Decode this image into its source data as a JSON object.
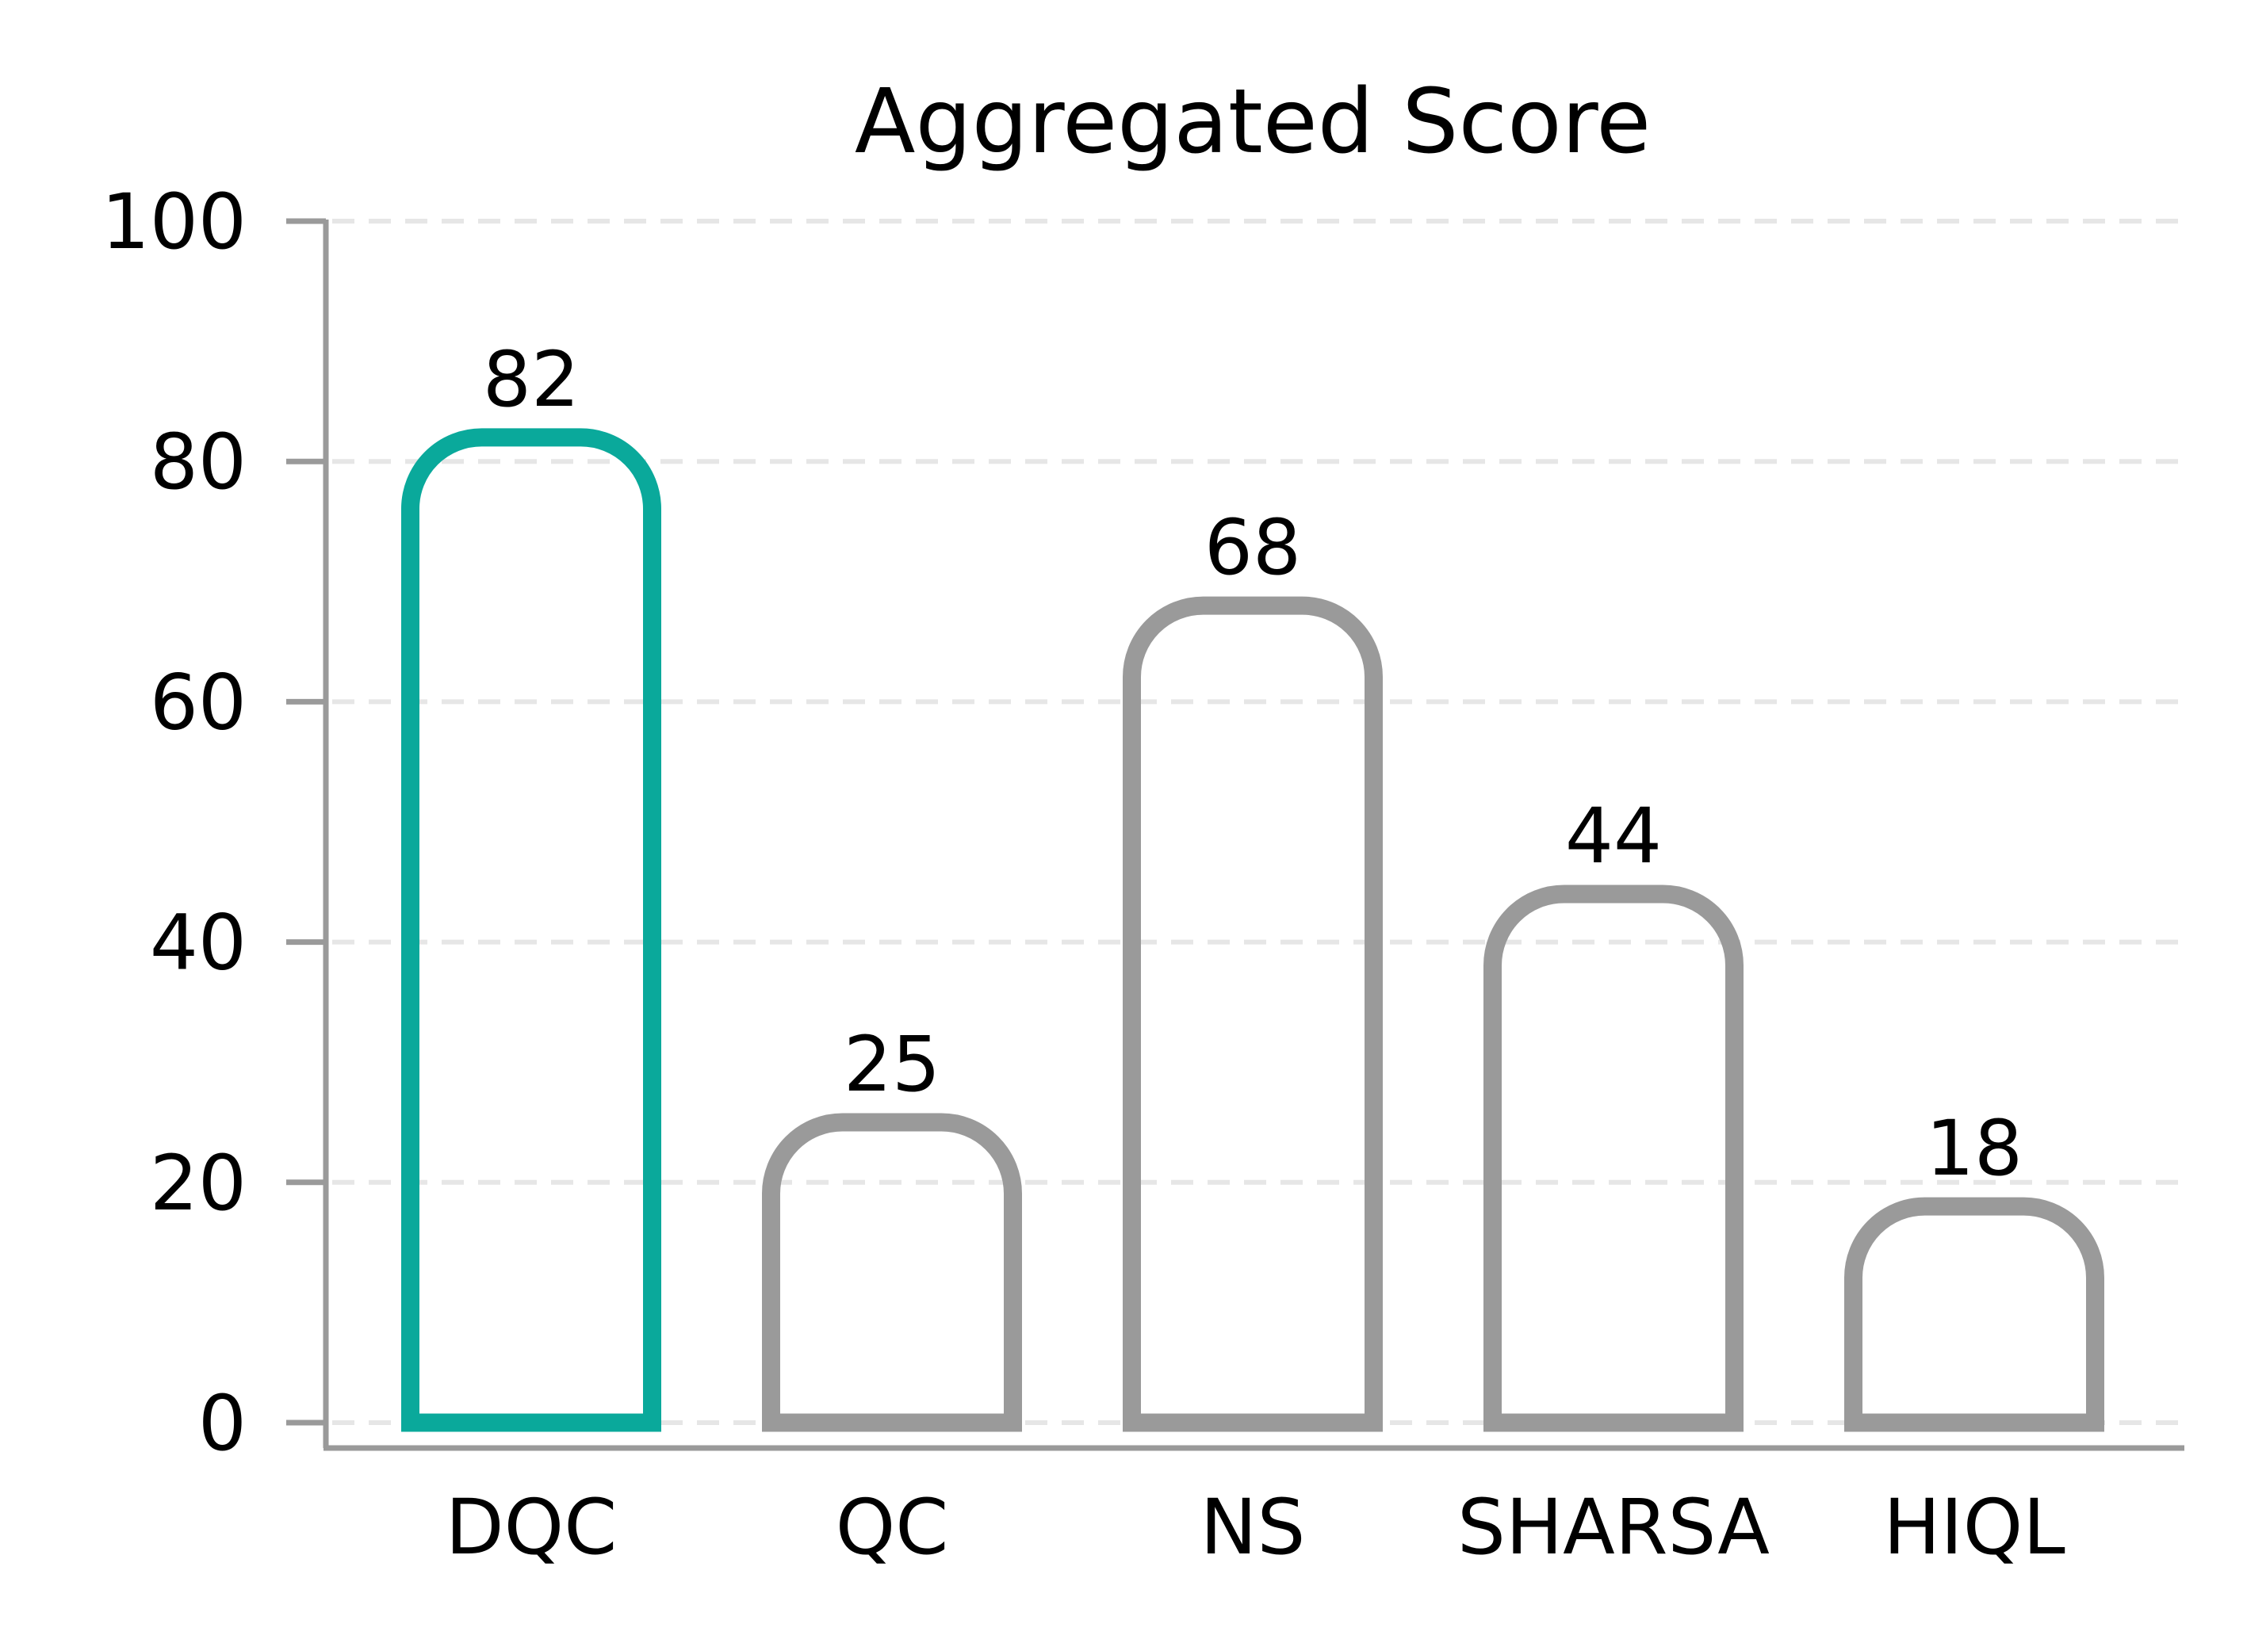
{
  "chart_data": {
    "type": "bar",
    "title": "Aggregated Score",
    "xlabel": "",
    "ylabel": "",
    "categories": [
      "DQC",
      "QC",
      "NS",
      "SHARSA",
      "HIQL"
    ],
    "values": [
      82,
      25,
      68,
      44,
      18
    ],
    "value_labels": [
      "82",
      "25",
      "68",
      "44",
      "18"
    ],
    "ylim": [
      0,
      100
    ],
    "yticks": [
      0,
      20,
      40,
      60,
      80,
      100
    ],
    "ytick_labels": [
      "0",
      "20",
      "40",
      "60",
      "80",
      "100"
    ],
    "grid": "horizontal dashed",
    "bar_style": "outlined, rounded top",
    "highlight_index": 0,
    "colors": {
      "highlight": "#0AA99B",
      "default": "#9A9A9A",
      "grid": "#E6E6E6",
      "axis": "#9A9A9A",
      "text": "#000000"
    }
  }
}
